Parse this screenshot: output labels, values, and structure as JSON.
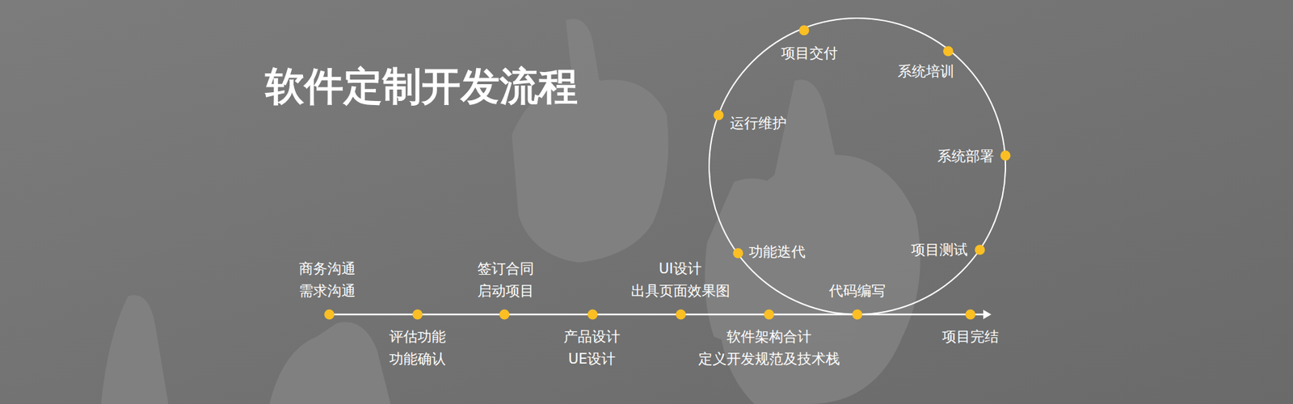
{
  "diagram": {
    "title": "软件定制开发流程",
    "labels": [
      "商务沟通",
      "需求沟通",
      "评估功能",
      "功能确认",
      "签订合同",
      "启动项目",
      "产品设计",
      "UE设计",
      "UI设计",
      "出具页面效果图",
      "软件架构合计",
      "定义开发规范及技术栈",
      "代码编写",
      "项目完结",
      "项目交付",
      "系统培训",
      "运行维护",
      "系统部署",
      "功能迭代",
      "项目测试"
    ]
  }
}
